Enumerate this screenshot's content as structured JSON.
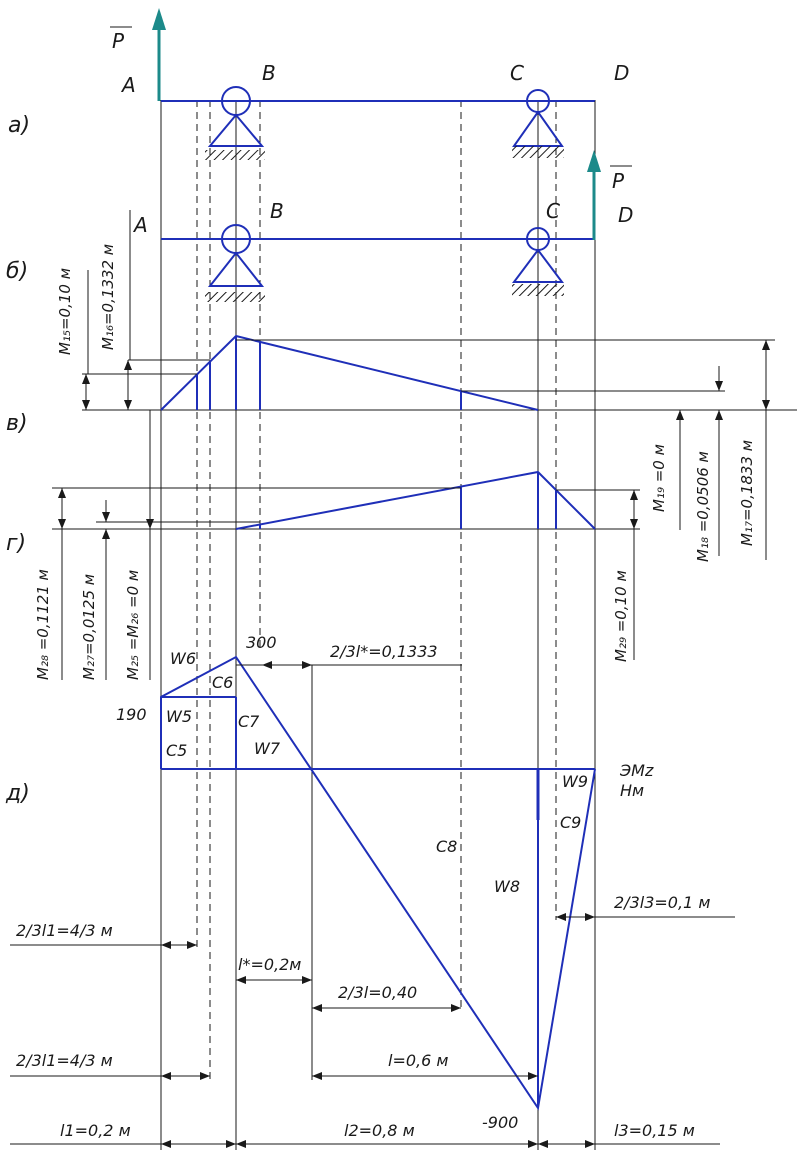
{
  "colors": {
    "beam": "#1f2fb8",
    "force": "#1c8a8a",
    "ink": "#1a1a1a"
  },
  "force_label": "P",
  "parts": {
    "a": "а)",
    "b": "б)",
    "v": "в)",
    "g": "г)",
    "d": "д)"
  },
  "points": {
    "A": "A",
    "B": "B",
    "C": "C",
    "D": "D"
  },
  "v_labels": {
    "m15": "M₁₅=0,10 м",
    "m16": "M₁₆=0,1332 м",
    "m19": "M₁₉ =0 м",
    "m18": "M₁₈ =0,0506 м",
    "m17": "M₁₇=0,1833 м"
  },
  "g_labels": {
    "m28": "M₂₈ =0,1121 м",
    "m27": "M₂₇=0,0125 м",
    "m25": "M₂₅ =M₂₆ =0 м",
    "m29": "M₂₉ =0,10 м"
  },
  "d_values": {
    "v300": "300",
    "v190": "190",
    "vneg900": "-900",
    "unit1": "ЭMz",
    "unit2": "Нм"
  },
  "areas": {
    "w5": "W5",
    "w6": "W6",
    "w7": "W7",
    "w8": "W8",
    "w9": "W9",
    "c5": "C5",
    "c6": "C6",
    "c7": "C7",
    "c8": "C8",
    "c9": "C9"
  },
  "dims": {
    "two_thirds_lstar": "2/3l*=0,1333",
    "two_thirds_l3": "2/3l3=0,1 м",
    "two_thirds_l1_a": "2/3l1=4/3 м",
    "lstar": "l*=0,2м",
    "two_thirds_l": "2/3l=0,40",
    "two_thirds_l1_b": "2/3l1=4/3 м",
    "l": "l=0,6 м",
    "l1": "l1=0,2 м",
    "l2": "l2=0,8 м",
    "l3": "l3=0,15 м"
  }
}
